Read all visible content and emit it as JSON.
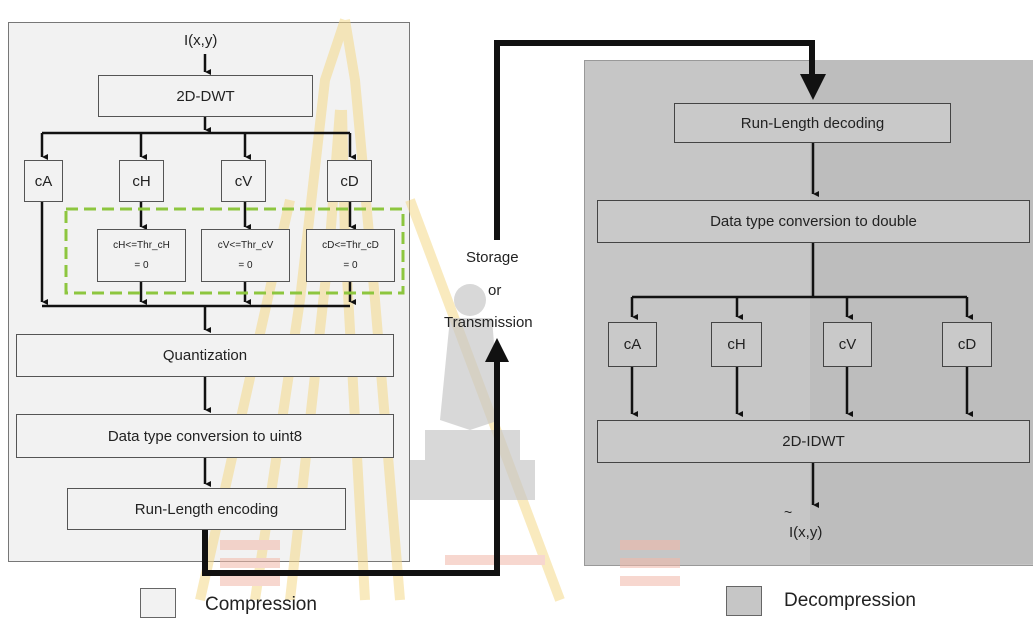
{
  "input_label": "I(x,y)",
  "output_label": "I(x,y)",
  "output_tilde": "~",
  "compression": {
    "dwt": "2D-DWT",
    "subbands": [
      "cA",
      "cH",
      "cV",
      "cD"
    ],
    "thresholds": [
      {
        "line1": "cH<=Thr_cH",
        "line2": "= 0"
      },
      {
        "line1": "cV<=Thr_cV",
        "line2": "= 0"
      },
      {
        "line1": "cD<=Thr_cD",
        "line2": "= 0"
      }
    ],
    "quantization": "Quantization",
    "conversion": "Data type conversion to uint8",
    "encoding": "Run-Length encoding"
  },
  "channel": {
    "line1": "Storage",
    "line2": "or",
    "line3": "Transmission"
  },
  "decompression": {
    "decoding": "Run-Length decoding",
    "conversion": "Data type conversion to double",
    "subbands": [
      "cA",
      "cH",
      "cV",
      "cD"
    ],
    "idwt": "2D-IDWT"
  },
  "legend": {
    "compression": "Compression",
    "decompression": "Decompression"
  },
  "colors": {
    "compression_bg": "#f2f2f2",
    "decompression_bg": "#c6c6c6",
    "threshold_border": "#8dc63f",
    "arrow": "#111111",
    "watermark_red": "#f2b8a8",
    "watermark_yellow": "#f5d98a"
  }
}
